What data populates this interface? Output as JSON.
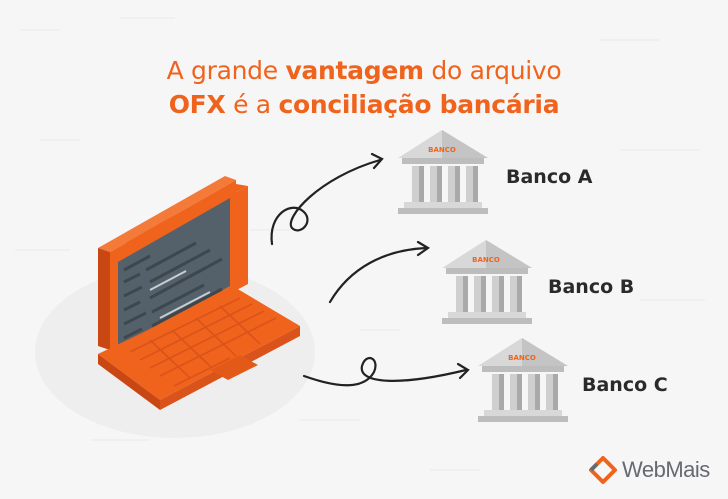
{
  "headline": {
    "line1_regular": "A grande ",
    "line1_bold": "vantagem",
    "line1_tail": " do arquivo",
    "line2_bold1": "OFX",
    "line2_regular": " é a ",
    "line2_bold2": "conciliação bancária"
  },
  "banks": [
    {
      "label": "Banco A",
      "sign": "BANCO"
    },
    {
      "label": "Banco B",
      "sign": "BANCO"
    },
    {
      "label": "Banco C",
      "sign": "BANCO"
    }
  ],
  "logo": {
    "text": "WebMais",
    "icon": "webmais-logo-icon"
  },
  "colors": {
    "accent": "#f0631c",
    "accent_dark": "#c94712",
    "screen": "#55616a",
    "bank_gray": "#d6d6d6",
    "text_dark": "#2a2a2a"
  }
}
